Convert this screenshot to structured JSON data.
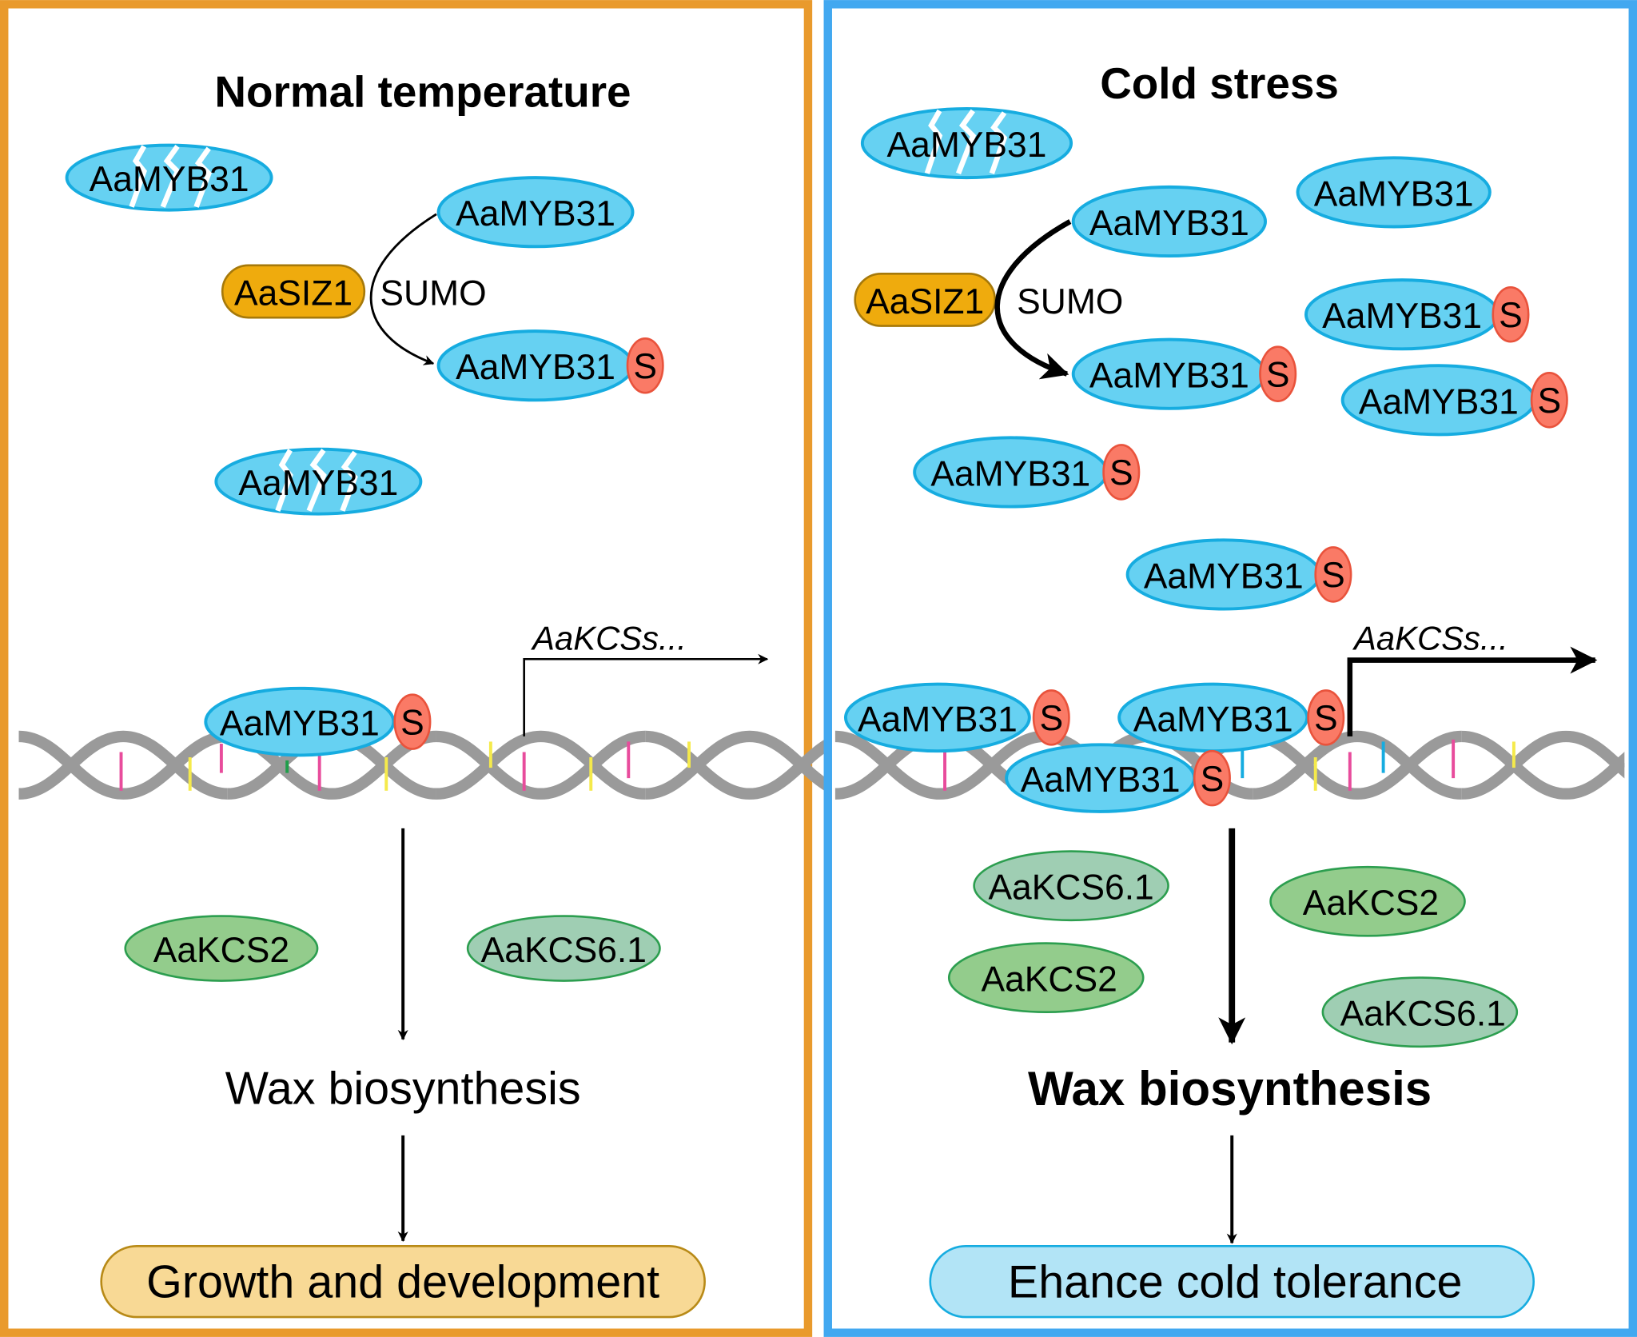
{
  "panels": [
    {
      "title": "Normal temperature",
      "border_color": "#e99a2c",
      "sumo_label": "SUMO",
      "siz1_label": "AaSIZ1",
      "myb_label": "AaMYB31",
      "s_label": "S",
      "gene_label": "AaKCSs...",
      "kcs": [
        "AaKCS2",
        "AaKCS6.1"
      ],
      "process": "Wax biosynthesis",
      "outcome": "Growth and development"
    },
    {
      "title": "Cold stress",
      "border_color": "#42a8f0",
      "sumo_label": "SUMO",
      "siz1_label": "AaSIZ1",
      "myb_label": "AaMYB31",
      "s_label": "S",
      "gene_label": "AaKCSs...",
      "kcs": [
        "AaKCS6.1",
        "AaKCS2",
        "AaKCS2",
        "AaKCS6.1"
      ],
      "process": "Wax biosynthesis",
      "outcome": "Ehance cold tolerance"
    }
  ],
  "colors": {
    "myb_fill": "#66d1f2",
    "myb_stroke": "#16ace0",
    "siz1_fill": "#efab0d",
    "sumo_fill": "#fa7a66",
    "kcs2_fill": "#93cc8c",
    "kcs61_fill": "#9fceb3",
    "kcs_stroke": "#2c9e4f",
    "dna": "#9a9a9a",
    "outcome_left_fill": "#f8d995",
    "outcome_right_fill": "#b2e4f6"
  }
}
